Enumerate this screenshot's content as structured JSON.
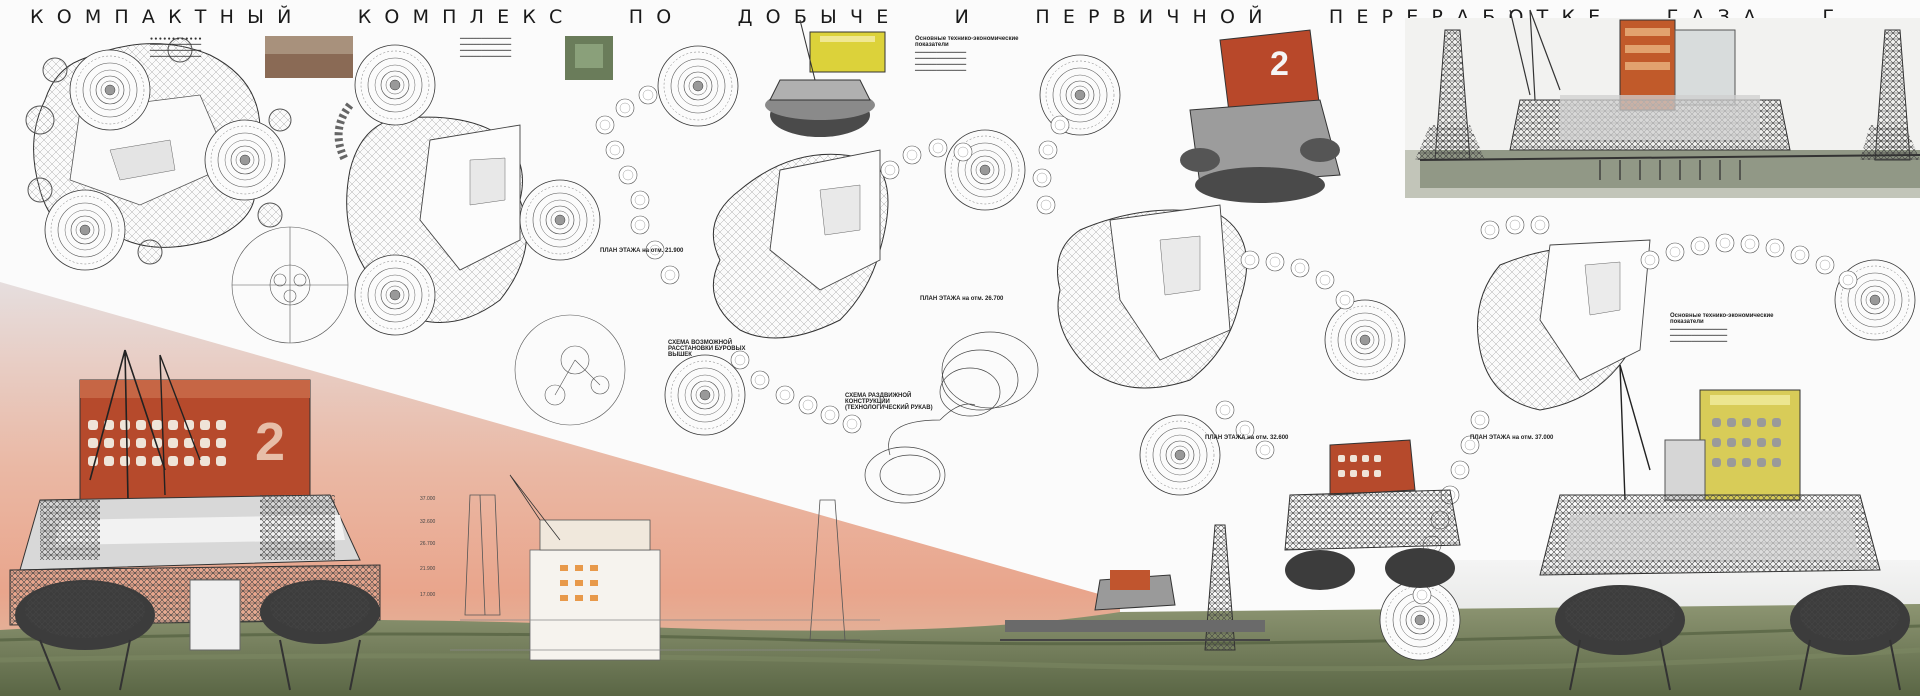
{
  "title": "КОМПАКТНЫЙ КОМПЛЕКС ПО ДОБЫЧЕ И ПЕРВИЧНОЙ ПЕРЕРАБОТКЕ ГАЗА Г. НАДЫМ",
  "colors": {
    "sky_top": "#e9d8d8",
    "sky_glow": "#e9a58c",
    "ground": "#6f7a55",
    "facade_red": "#b64a2c",
    "facade_yellow": "#d8cc58",
    "linework": "#3a3a3a"
  },
  "building_number": "2",
  "labels": {
    "plan_1": "ПЛАН ЭТАЖА на отм. 21.900",
    "plan_2": "ПЛАН ЭТАЖА на отм. 26.700",
    "plan_3": "ПЛАН ЭТАЖА на отм. 32.600",
    "plan_4": "ПЛАН ЭТАЖА на отм. 37.000",
    "scheme_drill": "СХЕМА ВОЗМОЖНОЙ РАССТАНОВКИ БУРОВЫХ ВЫШЕК",
    "scheme_sleeve": "СХЕМА РАЗДВИЖНОЙ КОНСТРУКЦИИ (ТЕХНОЛОГИЧЕСКИЙ РУКАВ)",
    "tep_1": "Основные технико-экономические показатели",
    "tep_2": "Основные технико-экономические показатели"
  },
  "level_marks": [
    "37.000",
    "32.600",
    "26.700",
    "21.900",
    "17.000"
  ]
}
